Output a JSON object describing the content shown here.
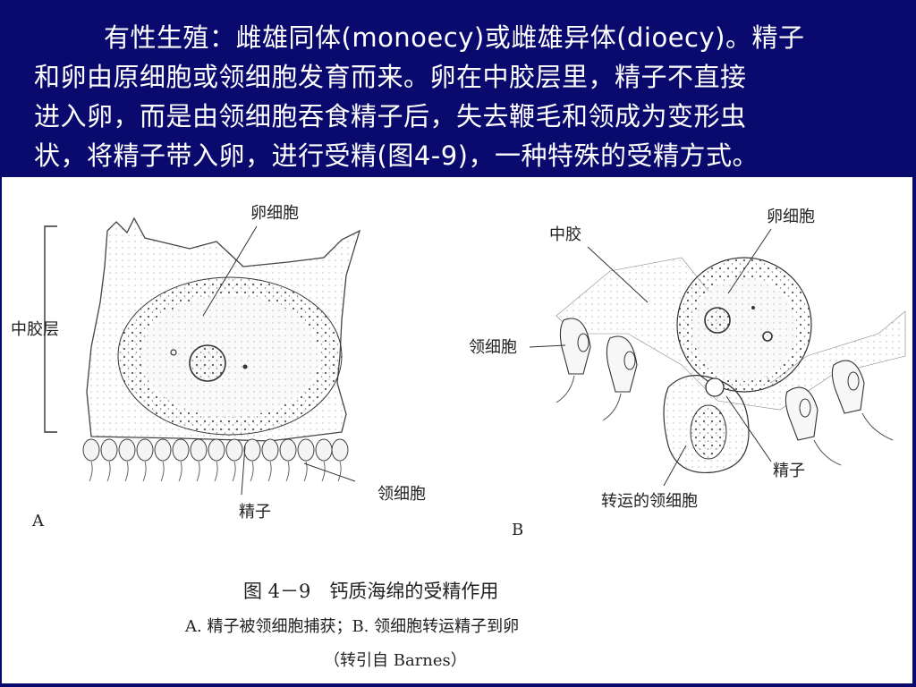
{
  "paragraph": {
    "lines": [
      "有性生殖：雌雄同体(monoecy)或雌雄异体(dioecy)。精子",
      "和卵由原细胞或领细胞发育而来。卵在中胶层里，精子不直接",
      "进入卵，而是由领细胞吞食精子后，失去鞭毛和领成为变形虫",
      "状，将精子带入卵，进行受精(图4-9)，一种特殊的受精方式。"
    ]
  },
  "figure": {
    "panel_a": {
      "letter": "A",
      "label_egg": "卵细胞",
      "label_mesoglea": "中胶层",
      "label_choanocyte": "领细胞",
      "label_sperm": "精子"
    },
    "panel_b": {
      "letter": "B",
      "label_mesoglea": "中胶",
      "label_egg": "卵细胞",
      "label_choanocyte": "领细胞",
      "label_sperm": "精子",
      "label_transport": "转运的领细胞"
    },
    "caption_title": "图 4－9　钙质海绵的受精作用",
    "caption_sub": "A. 精子被领细胞捕获；B. 领细胞转运精子到卵",
    "caption_source": "（转引自 Barnes）"
  },
  "colors": {
    "background": "#0a0a6e",
    "text": "#ffffff",
    "figure_bg": "#ffffff"
  }
}
